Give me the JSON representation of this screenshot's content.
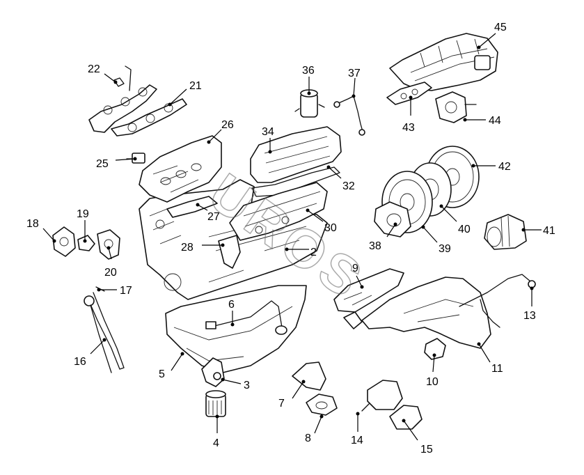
{
  "callouts": {
    "c2": "2",
    "c3": "3",
    "c4": "4",
    "c5": "5",
    "c6": "6",
    "c7": "7",
    "c8": "8",
    "c9": "9",
    "c10": "10",
    "c11": "11",
    "c13": "13",
    "c14": "14",
    "c15": "15",
    "c16": "16",
    "c17": "17",
    "c18": "18",
    "c19": "19",
    "c20": "20",
    "c21": "21",
    "c22": "22",
    "c25": "25",
    "c26": "26",
    "c27": "27",
    "c28": "28",
    "c30": "30",
    "c32": "32",
    "c34": "34",
    "c36": "36",
    "c37": "37",
    "c38": "38",
    "c39": "39",
    "c40": "40",
    "c41": "41",
    "c42": "42",
    "c43": "43",
    "c44": "44",
    "c45": "45"
  },
  "watermark": "UROS",
  "colors": {
    "line": "#111111",
    "background": "#ffffff",
    "watermark": "#666666"
  }
}
